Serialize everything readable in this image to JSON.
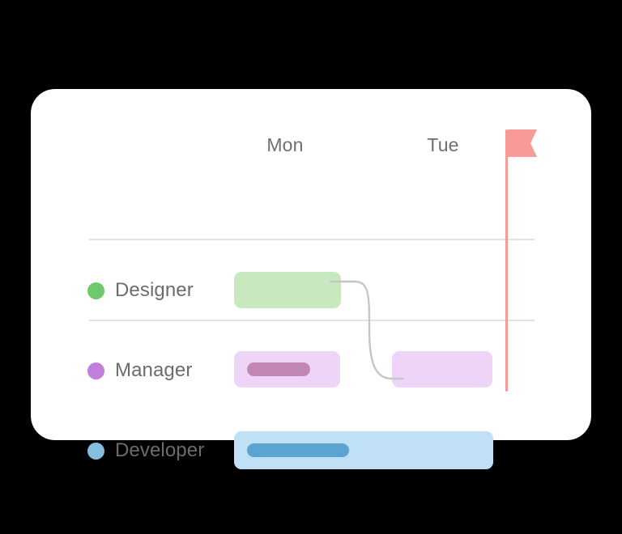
{
  "theme": {
    "background": "#000000",
    "card_background": "#ffffff",
    "divider_color": "#e3e3e3",
    "label_text_color": "#6b6b70",
    "header_text_color": "#6e6e73",
    "connector_color": "#c6c6c6",
    "milestone_color": "#f79a98"
  },
  "timeline": {
    "days": [
      {
        "id": "mon",
        "label": "Mon"
      },
      {
        "id": "tue",
        "label": "Tue"
      }
    ]
  },
  "rows": [
    {
      "id": "designer",
      "name": "Designer",
      "dot_color": "#6ec96e",
      "bar": {
        "fill": "#c8e9bf",
        "start_day": "Mon",
        "span_days": 1,
        "has_progress": false
      }
    },
    {
      "id": "manager",
      "name": "Manager",
      "dot_color": "#c07fdb",
      "bars": [
        {
          "fill": "#eed5f7",
          "start_day": "Mon",
          "span_days": 1,
          "has_progress": true,
          "progress_color": "#c288b4",
          "progress_percent": 60
        },
        {
          "fill": "#eed5f7",
          "start_day": "Tue",
          "span_days": 1,
          "has_progress": false
        }
      ]
    },
    {
      "id": "developer",
      "name": "Developer",
      "dot_color": "#86bedd",
      "bar": {
        "fill": "#bfe0f5",
        "start_day": "Mon",
        "span_days": 2,
        "has_progress": true,
        "progress_color": "#5ba3d0",
        "progress_percent": 39
      }
    }
  ],
  "dependency": {
    "from_row": "designer",
    "to_row": "manager",
    "to_bar": "tue",
    "style": "s-curve",
    "color": "#c6c6c6",
    "width": 2
  },
  "milestone": {
    "label": "",
    "color": "#f79a98",
    "pole_color": "#f79a98",
    "shape": "swallowtail-flag"
  }
}
